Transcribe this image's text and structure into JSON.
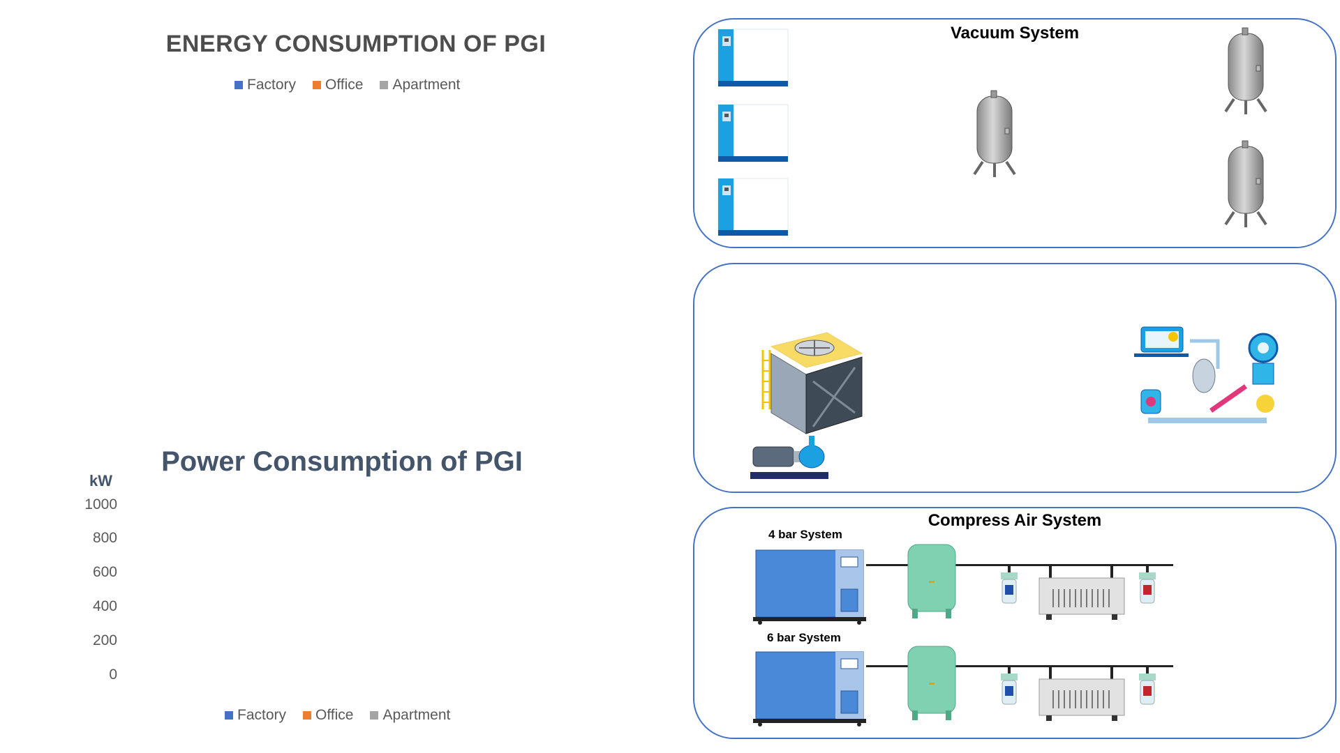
{
  "energy_chart": {
    "title": "ENERGY CONSUMPTION OF PGI",
    "legend": [
      {
        "label": "Factory",
        "color": "#4472c4"
      },
      {
        "label": "Office",
        "color": "#ed7d31"
      },
      {
        "label": "Apartment",
        "color": "#a5a5a5"
      }
    ]
  },
  "power_chart": {
    "title": "Power Consumption of PGI",
    "ylabel": "kW",
    "legend": [
      {
        "label": "Factory",
        "color": "#4472c4"
      },
      {
        "label": "Office",
        "color": "#ed7d31"
      },
      {
        "label": "Apartment",
        "color": "#a5a5a5"
      }
    ]
  },
  "chart_data": {
    "type": "bar",
    "title": "Power Consumption of PGI",
    "ylabel": "kW",
    "ylim": [
      0,
      1000
    ],
    "yticks": [
      "1000",
      "800",
      "600",
      "400",
      "200",
      "0"
    ],
    "series": [
      {
        "name": "Factory",
        "values": []
      },
      {
        "name": "Office",
        "values": []
      },
      {
        "name": "Apartment",
        "values": []
      }
    ]
  },
  "panels": {
    "vacuum": {
      "title": "Vacuum System"
    },
    "cooling": {
      "title": ""
    },
    "compressed_air": {
      "title": "Compress Air System",
      "systems": [
        {
          "label": "4 bar System"
        },
        {
          "label": "6 bar System"
        }
      ]
    }
  },
  "icons": {
    "vacuum_pump": "vacuum-pump-icon",
    "receiver_tank": "air-receiver-tank-icon",
    "cooling_tower": "cooling-tower-icon",
    "water_pump": "water-pump-icon",
    "industrial_process": "industrial-process-icon",
    "compressor": "air-compressor-icon",
    "green_tank": "green-air-tank-icon",
    "filter_blue": "filter-blue-icon",
    "dryer": "air-dryer-icon",
    "filter_red": "filter-red-icon"
  }
}
